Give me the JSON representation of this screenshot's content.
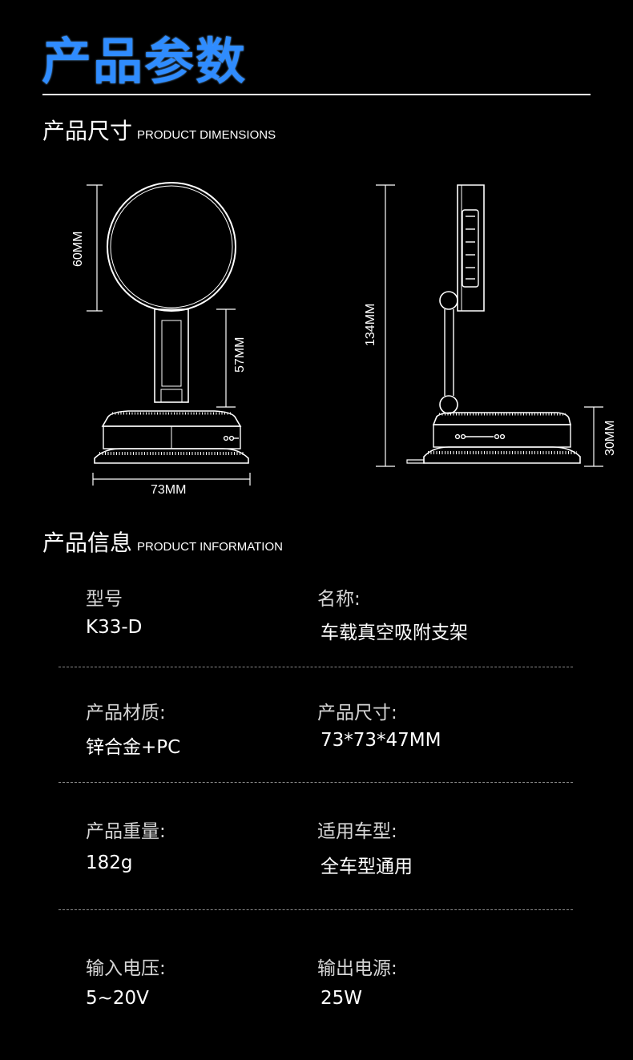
{
  "title": "产品参数",
  "dimensions_section": {
    "title_cn": "产品尺寸",
    "title_en": "PRODUCT DIMENSIONS"
  },
  "dimension_labels": {
    "ring_height": "60MM",
    "stem_height": "57MM",
    "total_height": "134MM",
    "base_height": "30MM",
    "base_width": "73MM"
  },
  "info_section": {
    "title_cn": "产品信息",
    "title_en": "PRODUCT INFORMATION"
  },
  "info": [
    {
      "label": "型号",
      "value": "K33-D"
    },
    {
      "label": "名称:",
      "value": "车载真空吸附支架"
    },
    {
      "label": "产品材质:",
      "value": "锌合金+PC"
    },
    {
      "label": "产品尺寸:",
      "value": "73*73*47MM"
    },
    {
      "label": "产品重量:",
      "value": "182g"
    },
    {
      "label": "适用车型:",
      "value": "全车型通用"
    },
    {
      "label": "输入电压:",
      "value": "5~20V"
    },
    {
      "label": "输出电源:",
      "value": "25W"
    }
  ]
}
